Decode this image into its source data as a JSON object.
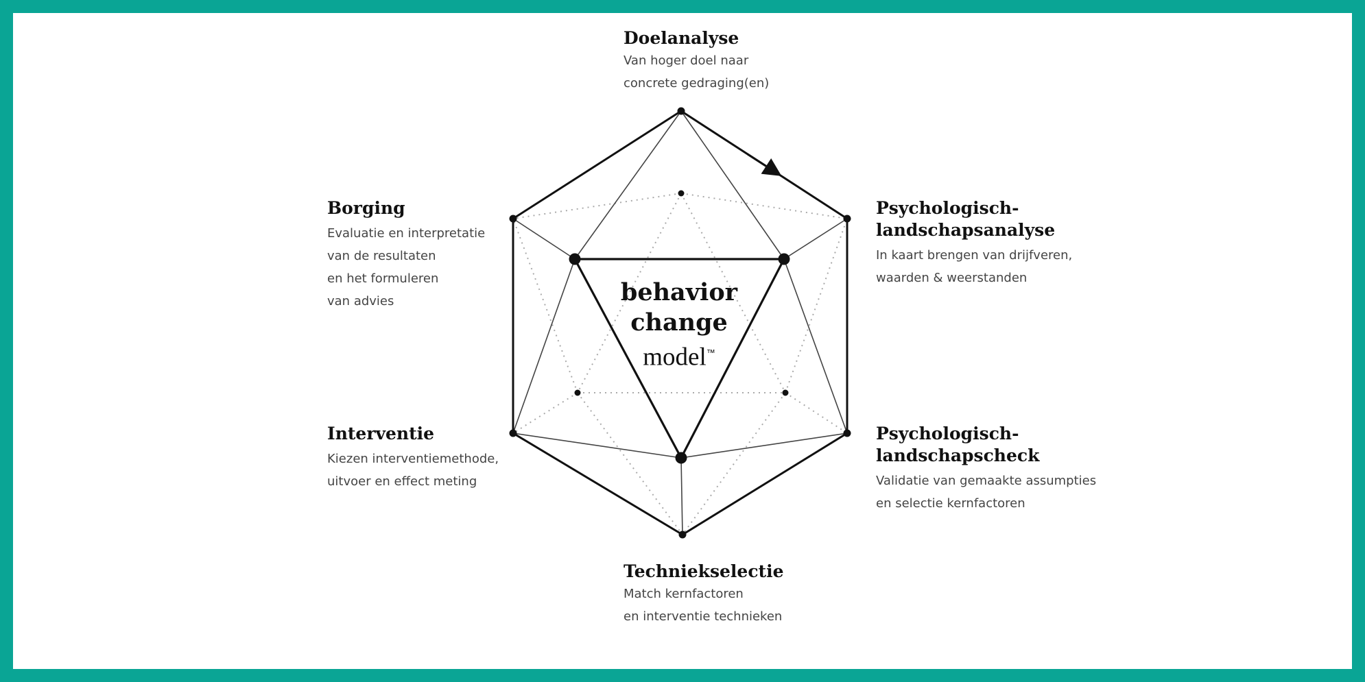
{
  "diagram": {
    "center": {
      "line1": "behavior",
      "line2": "change",
      "line3": "model",
      "trademark": "™"
    },
    "steps": [
      {
        "id": "doelanalyse",
        "title": "Doelanalyse",
        "description": "Van hoger doel naar\nconcrete gedraging(en)"
      },
      {
        "id": "psychologisch-landschapsanalyse",
        "title": "Psychologisch-\nlandschapsanalyse",
        "description": "In kaart brengen van drijfveren,\nwaarden & weerstanden"
      },
      {
        "id": "psychologisch-landschapscheck",
        "title": "Psychologisch-\nlandschapscheck",
        "description": "Validatie van gemaakte assumpties\nen selectie kernfactoren"
      },
      {
        "id": "techniekselectie",
        "title": "Techniekselectie",
        "description": "Match kernfactoren\nen interventie technieken"
      },
      {
        "id": "interventie",
        "title": "Interventie",
        "description": "Kiezen interventiemethode,\nuitvoer en effect meting"
      },
      {
        "id": "borging",
        "title": "Borging",
        "description": "Evaluatie en interpretatie\nvan de resultaten\nen het formuleren\nvan advies"
      }
    ],
    "colors": {
      "frame": "#0aa595",
      "ink": "#111111",
      "description_text": "#444444",
      "dotted_lines": "#aaaaaa"
    },
    "cycle_direction": "clockwise"
  }
}
